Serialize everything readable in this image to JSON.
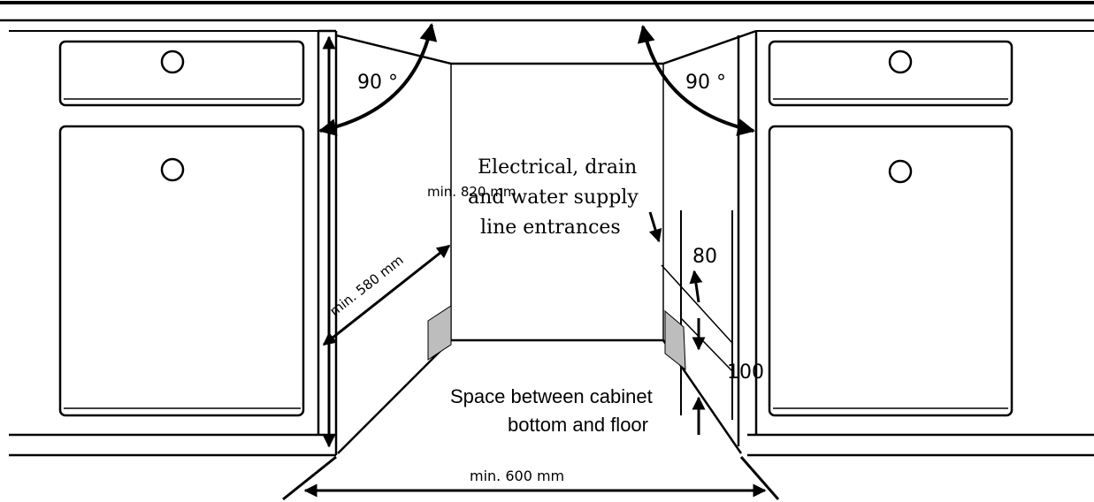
{
  "labels": {
    "angle_left": "90 °",
    "angle_right": "90 °",
    "height": "min. 820 mm",
    "depth": "min. 580 mm",
    "width": "min. 600 mm",
    "entrances_line1": "Electrical, drain",
    "entrances_line2": "and water supply",
    "entrances_line3": "line entrances",
    "dim_80": "80",
    "dim_100": "100",
    "space_line1": "Space between cabinet",
    "space_line2": "bottom and floor"
  },
  "colors": {
    "line": "#000000",
    "shade": "#bdbdbd",
    "background": "#ffffff"
  }
}
